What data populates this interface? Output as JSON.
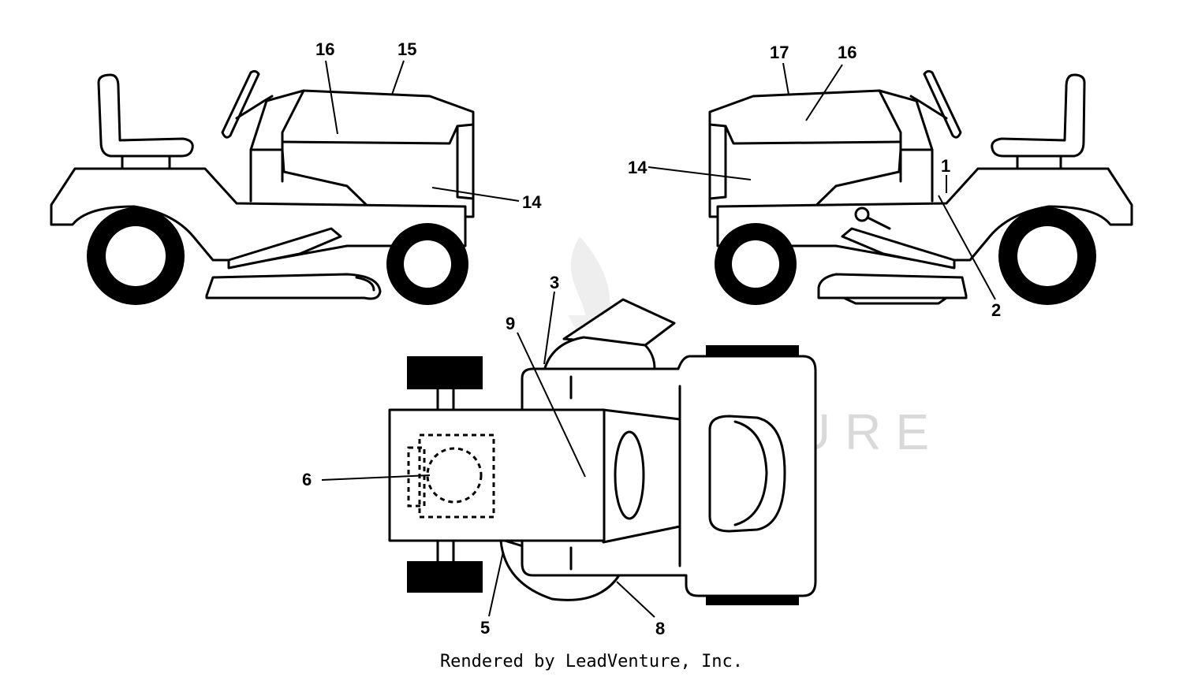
{
  "callouts": {
    "left_view": [
      "16",
      "15",
      "14"
    ],
    "right_view": [
      "17",
      "16",
      "14",
      "1",
      "2"
    ],
    "top_view": [
      "3",
      "9",
      "6",
      "5",
      "8"
    ]
  },
  "watermark": "LEADVENTURE",
  "credit": "Rendered by LeadVenture, Inc."
}
